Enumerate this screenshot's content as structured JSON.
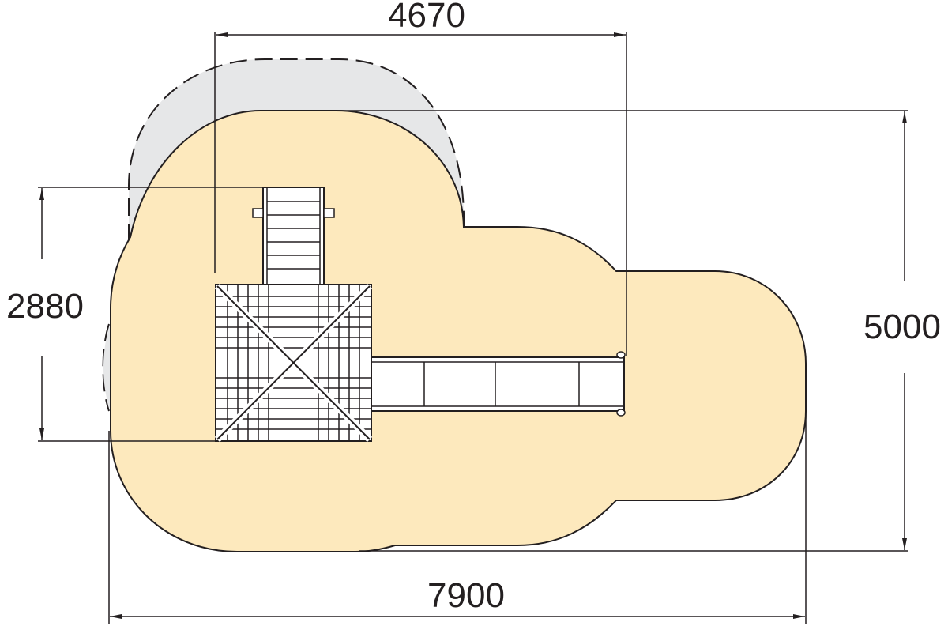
{
  "colors": {
    "safety_zone_fill": "#FDE9BD",
    "alt_zone_fill": "#E6E7E8",
    "line": "#231F20"
  },
  "dimensions": {
    "top_width": "4670",
    "left_height": "2880",
    "right_height": "5000",
    "bottom_width": "7900"
  }
}
